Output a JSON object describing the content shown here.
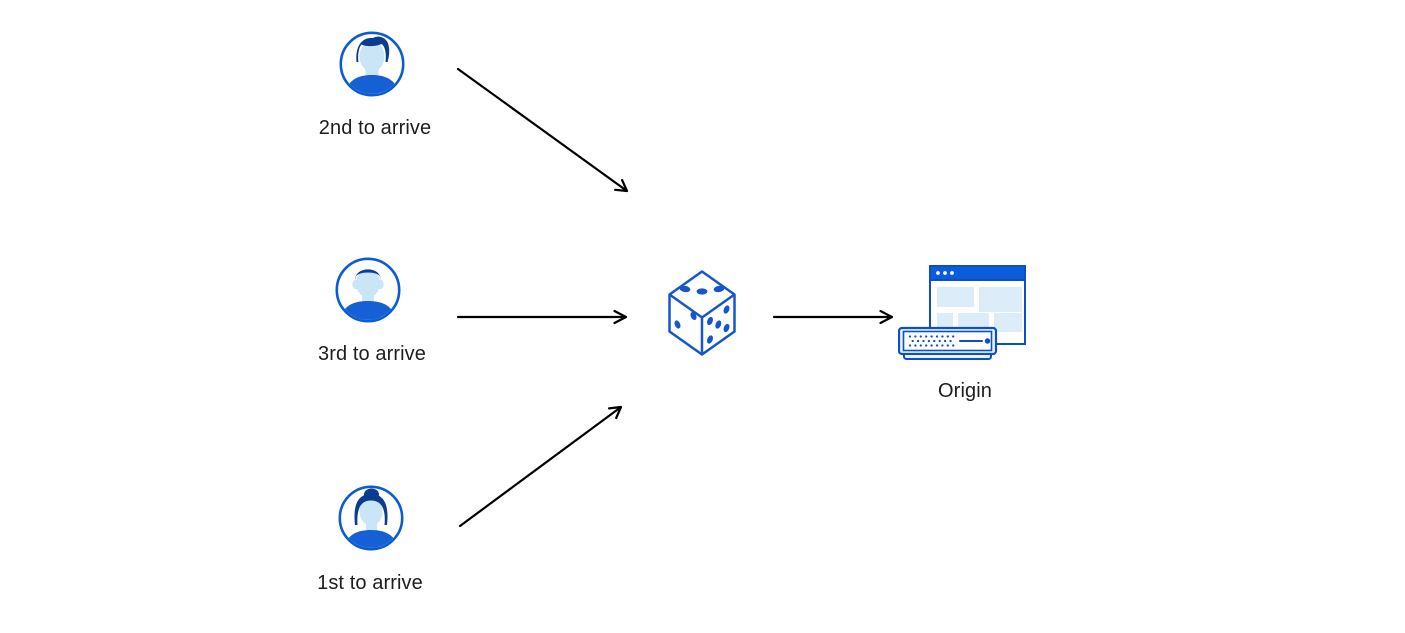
{
  "diagram": {
    "title": "request-coalescing-diagram",
    "actors": [
      {
        "id": "second",
        "label": "2nd to arrive",
        "icon": "user-avatar-man-side-swept-hair"
      },
      {
        "id": "third",
        "label": "3rd to arrive",
        "icon": "user-avatar-man-short-hair"
      },
      {
        "id": "first",
        "label": "1st to arrive",
        "icon": "user-avatar-woman-bun"
      }
    ],
    "random_node": {
      "icon": "dice-icon",
      "pips": {
        "top_face": 3,
        "left_face": 2,
        "right_face": 5
      }
    },
    "origin_node": {
      "label": "Origin",
      "icon": "browser-window-and-server-icon"
    },
    "arrows": [
      {
        "from": "actor-second",
        "to": "dice"
      },
      {
        "from": "actor-third",
        "to": "dice"
      },
      {
        "from": "actor-first",
        "to": "dice"
      },
      {
        "from": "dice",
        "to": "origin"
      }
    ],
    "colors": {
      "outline_blue": "#1358D3",
      "dark_navy": "#0A3D8F",
      "skin_light_blue": "#C9E5F6",
      "shirt_blue": "#1560D5",
      "titlebar_blue": "#0B5CDB",
      "panel_light_blue": "#DCEDF9",
      "server_light_blue": "#E9F4FC",
      "border_blue": "#0B50C8",
      "arrow_black": "#000000",
      "text_color": "#1d1d1f",
      "background": "#ffffff"
    }
  }
}
